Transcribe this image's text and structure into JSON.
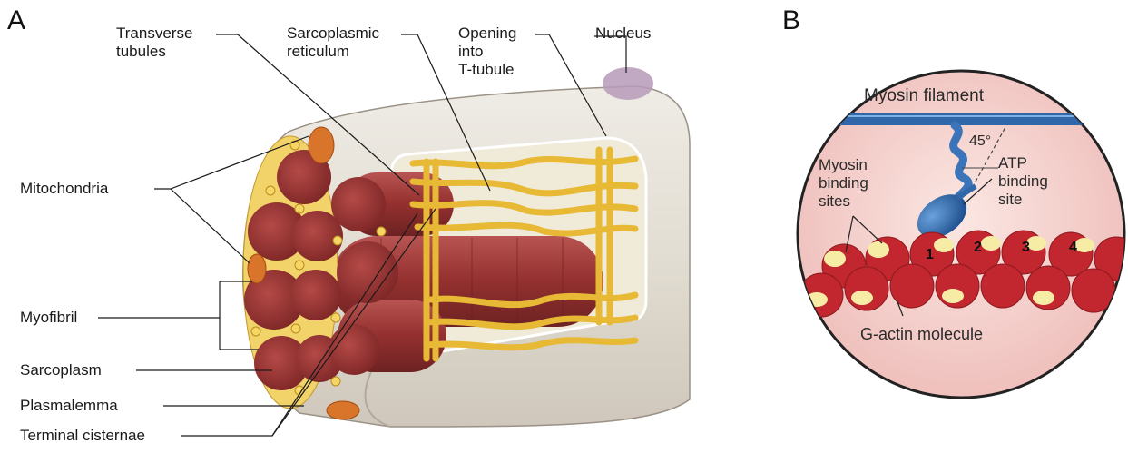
{
  "panels": {
    "a": "A",
    "b": "B"
  },
  "labels_a": {
    "transverse_tubules": "Transverse\ntubules",
    "sarcoplasmic_reticulum": "Sarcoplasmic\nreticulum",
    "opening_t_tubule": "Opening\ninto\nT-tubule",
    "nucleus": "Nucleus",
    "mitochondria": "Mitochondria",
    "myofibril": "Myofibril",
    "sarcoplasm": "Sarcoplasm",
    "plasmalemma": "Plasmalemma",
    "terminal_cisternae": "Terminal cisternae"
  },
  "labels_b": {
    "myosin_filament": "Myosin filament",
    "angle": "45°",
    "myosin_binding_sites": "Myosin\nbinding\nsites",
    "atp_binding_site": "ATP\nbinding\nsite",
    "g_actin_molecule": "G-actin molecule",
    "sites": [
      "1",
      "2",
      "3",
      "4"
    ]
  },
  "colors": {
    "fiber_shell": "#e4e0d6",
    "myofibril": "#9c3a3a",
    "reticulum": "#f1cf55",
    "mitochondria": "#d9752a",
    "nucleus": "#b79ab8",
    "circle_bg": "#f5d7d5",
    "actin": "#c2262e",
    "binding_site": "#f6eca6",
    "myosin": "#2f67a8"
  }
}
